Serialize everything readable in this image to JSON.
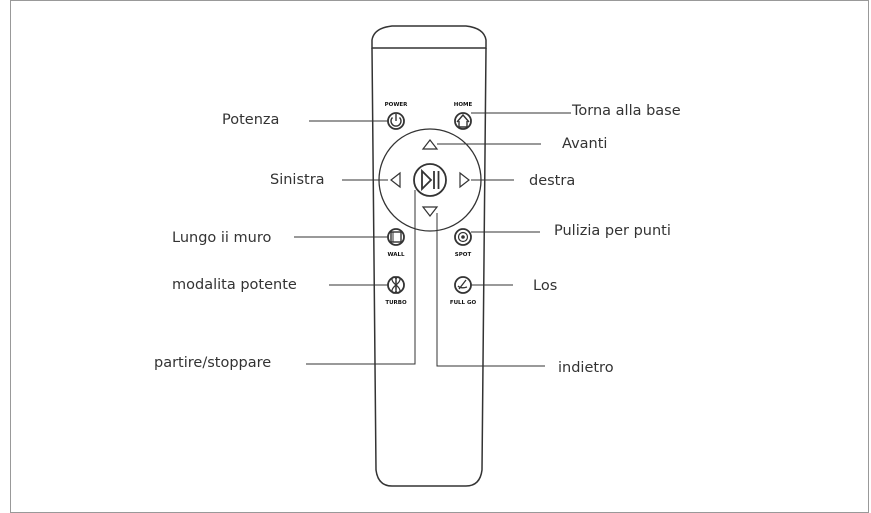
{
  "labels": {
    "potenza": "Potenza",
    "torna_alla_base": "Torna alla base",
    "avanti": "Avanti",
    "sinistra": "Sinistra",
    "destra": "destra",
    "lungo_il_muro": "Lungo ii muro",
    "pulizia_per_punti": "Pulizia per punti",
    "modalita_potente": "modalita potente",
    "los": "Los",
    "partire_stoppare": "partire/stoppare",
    "indietro": "indietro"
  },
  "button_captions": {
    "power": "POWER",
    "home": "HOME",
    "wall": "WALL",
    "spot": "SPOT",
    "turbo": "TURBO",
    "full_go": "FULL GO"
  },
  "colors": {
    "line": "#333333",
    "text": "#333333",
    "border": "#999999",
    "background": "#ffffff"
  }
}
